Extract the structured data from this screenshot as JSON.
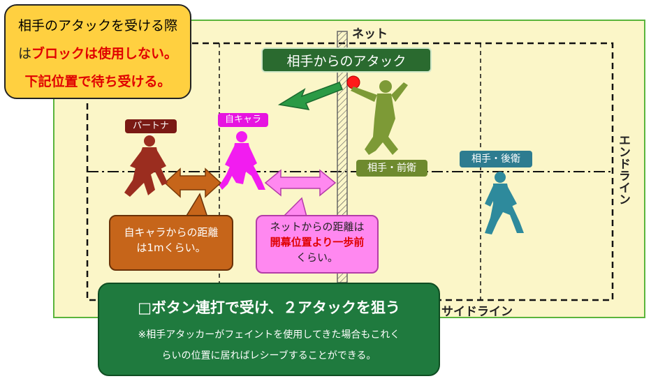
{
  "instruction_box": {
    "line1": "相手のアタックを受ける際",
    "line2_prefix": "は",
    "line2_red": "ブロックは使用しない。",
    "line3": "下記位置で待ち受ける。"
  },
  "labels": {
    "net": "ネット",
    "attack": "相手からのアタック",
    "end_line": "エンドライン",
    "side_line": "サイドライン"
  },
  "players": {
    "partner": "パートナー",
    "self": "自キャラ",
    "opp_front": "相手・前衛",
    "opp_back": "相手・後衛"
  },
  "callouts": {
    "distance_self_line1": "自キャラからの距離",
    "distance_self_line2": "は1mくらい。",
    "distance_net_line1": "ネットからの距離は",
    "distance_net_line2_red": "開幕位置より一歩前",
    "distance_net_line3": "くらい。"
  },
  "bottom_box": {
    "title": "□ボタン連打で受け、２アタックを狙う",
    "note_line1": "※相手アタッカーがフェイントを使用してきた場合もこれく",
    "note_line2": "らいの位置に居ればレシーブすることができる。"
  },
  "colors": {
    "court_fill": "#fbf6c8",
    "court_border": "#5ab43c",
    "partner": "#9b2d1f",
    "self": "#f21cf0",
    "opp_front": "#7d9a36",
    "opp_back": "#2e8a9c",
    "arrow_orange": "#c6651a",
    "arrow_pink": "#ff88f0",
    "attack_arrow": "#2a9a45"
  }
}
